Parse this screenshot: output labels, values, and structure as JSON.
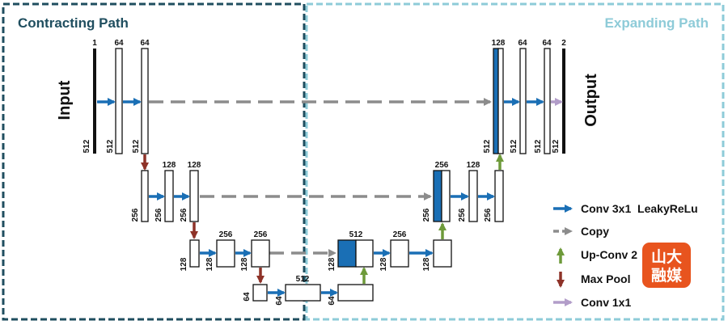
{
  "sections": {
    "contracting": "Contracting Path",
    "expanding": "Expanding Path"
  },
  "io": {
    "input": "Input",
    "output": "Output"
  },
  "legend": [
    {
      "label": "Conv 3x1  LeakyReLu",
      "arrow": "blue"
    },
    {
      "label": "Copy",
      "arrow": "gray-dashed"
    },
    {
      "label": "Up-Conv 2",
      "arrow": "green"
    },
    {
      "label": "Max Pool",
      "arrow": "red"
    },
    {
      "label": "Conv 1x1",
      "arrow": "purple"
    }
  ],
  "watermark": {
    "text": "山大融媒"
  },
  "channels": {
    "c1_a": "1",
    "c1_b": "64",
    "c1_c": "64",
    "c2_a": "128",
    "c2_b": "128",
    "c3_a": "256",
    "c3_b": "256",
    "bottom": "512",
    "e3_a": "512",
    "e3_b": "256",
    "e2_a": "256",
    "e2_b": "128",
    "e1_a": "128",
    "e1_b": "64",
    "e1_c": "64",
    "e1_d": "2"
  },
  "lengths": {
    "l1": "512",
    "l2": "256",
    "l3": "128",
    "l4": "64"
  },
  "colors": {
    "contracting_border": "#1f4e5f",
    "expanding_border": "#8ecbd8",
    "conv": "#1a6fb5",
    "copy": "#8c8c8c",
    "upconv": "#6e9a3a",
    "maxpool": "#8e3228",
    "conv1x1": "#b29dc9",
    "fill_blue": "#1a6fb5",
    "watermark": "#e8541e"
  }
}
